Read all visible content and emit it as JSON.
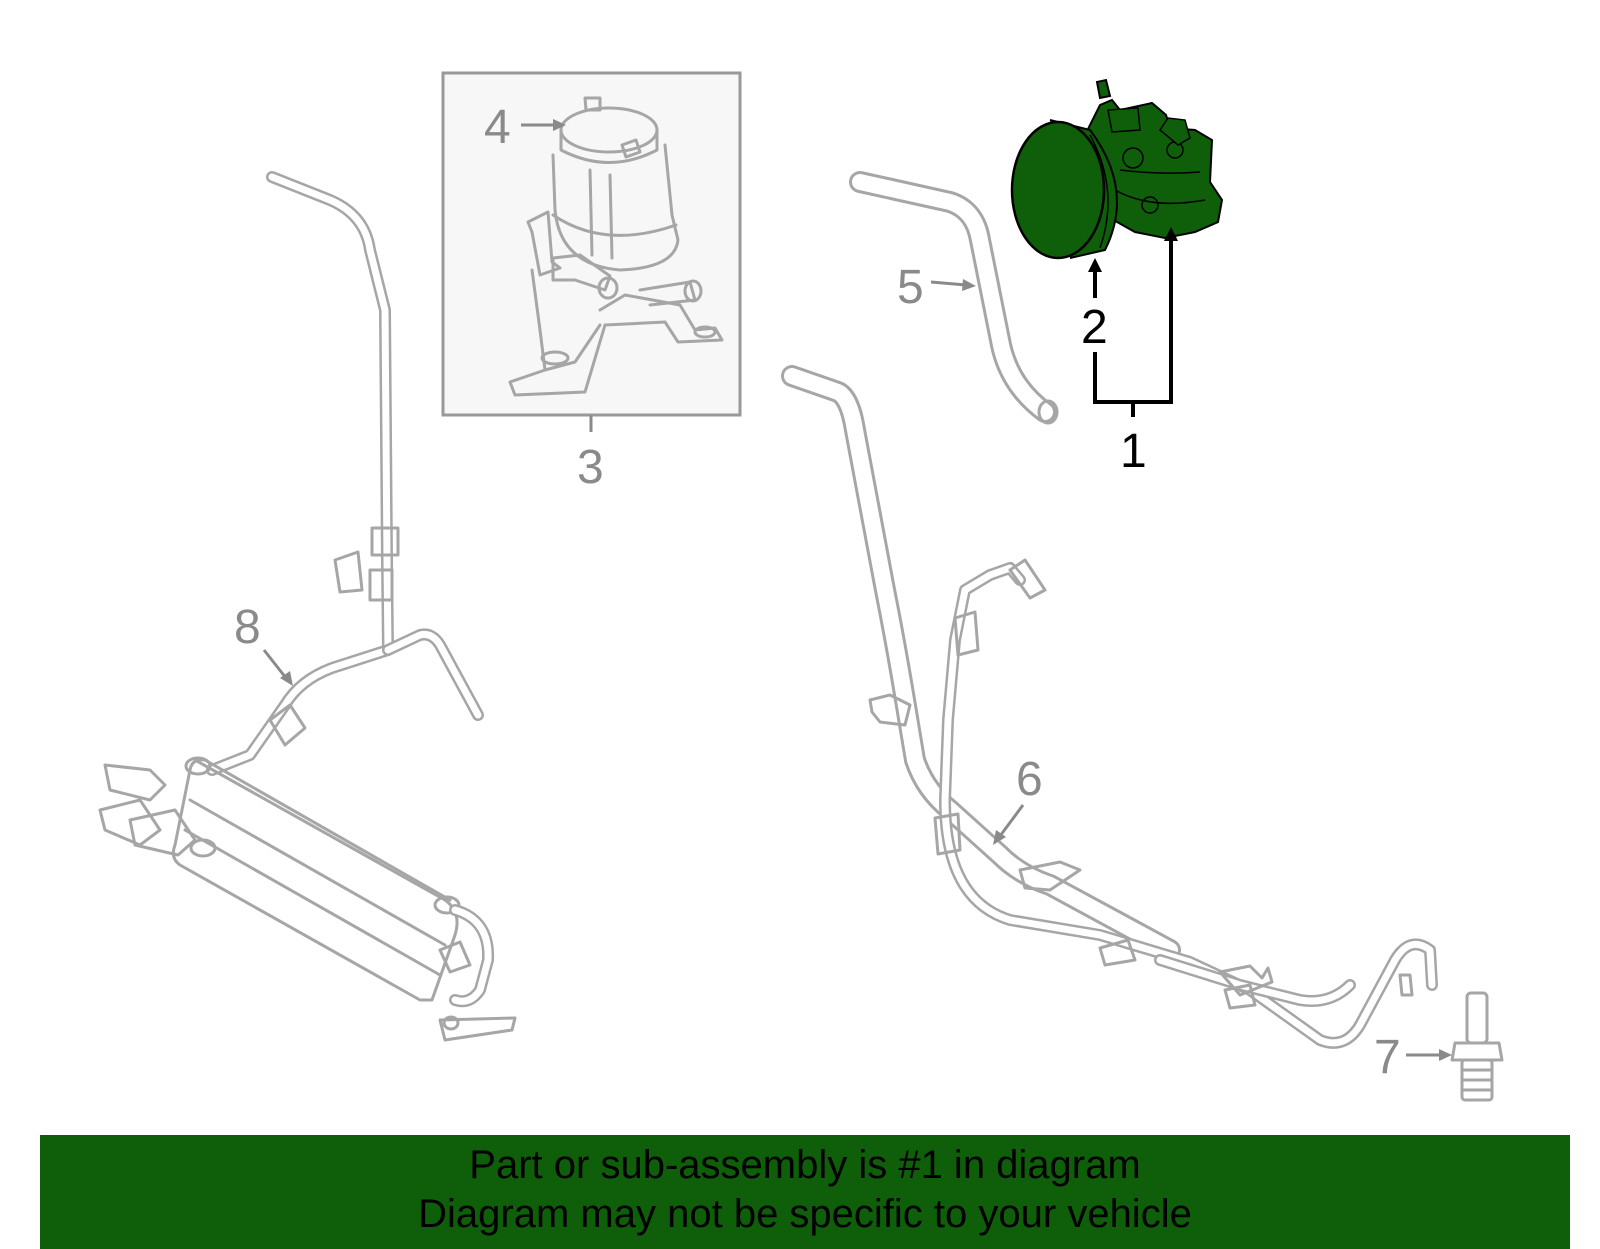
{
  "diagram": {
    "callouts": {
      "c1": "1",
      "c2": "2",
      "c3": "3",
      "c4": "4",
      "c5": "5",
      "c6": "6",
      "c7": "7",
      "c8": "8"
    },
    "colors": {
      "highlight": "#0e5e0a",
      "part_outline": "#a6a6a6",
      "callout_grey": "#8a8a8a",
      "reservoir_box_bg": "#f7f7f7"
    }
  },
  "footer": {
    "line1": "Part or sub-assembly is #1 in diagram",
    "line2": "Diagram may not be specific to your vehicle",
    "background": "#0e5e0a"
  }
}
